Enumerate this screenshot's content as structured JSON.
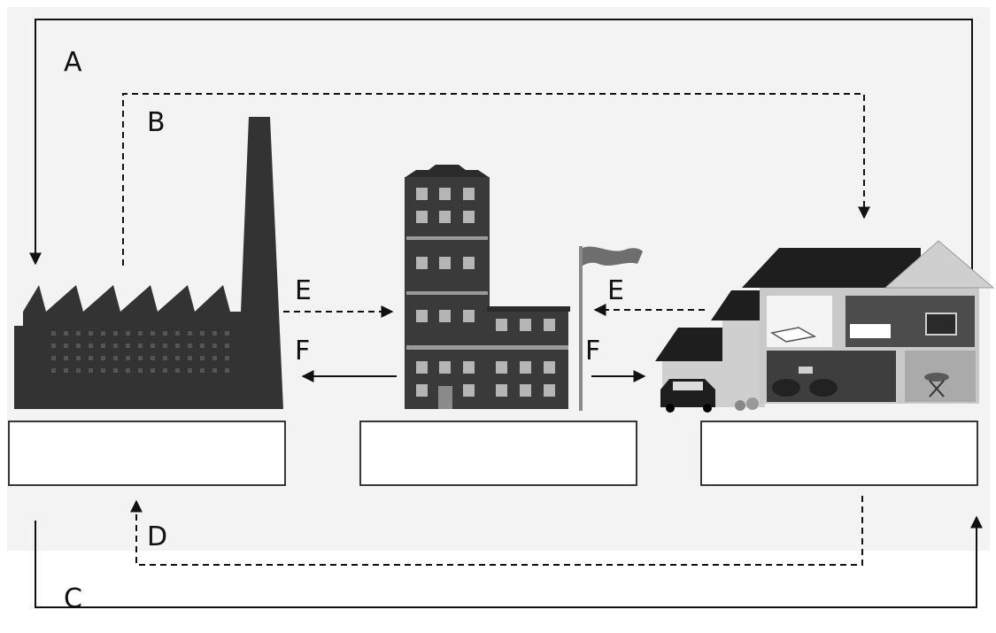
{
  "diagram": {
    "labels": {
      "A": "A",
      "B": "B",
      "C": "C",
      "D": "D",
      "E_left": "E",
      "E_right": "E",
      "F_left": "F",
      "F_right": "F"
    },
    "boxes": {
      "factory_box": "",
      "government_box": "",
      "household_box": ""
    },
    "icons": [
      "factory-icon",
      "government-building-icon",
      "flag-icon",
      "house-icon",
      "car-icon"
    ],
    "colors": {
      "panel_background": "#f3f3f3",
      "building_dark": "#333333",
      "roof_dark": "#222222",
      "wall_light": "#cfcfcf",
      "arrow": "#111111"
    }
  }
}
